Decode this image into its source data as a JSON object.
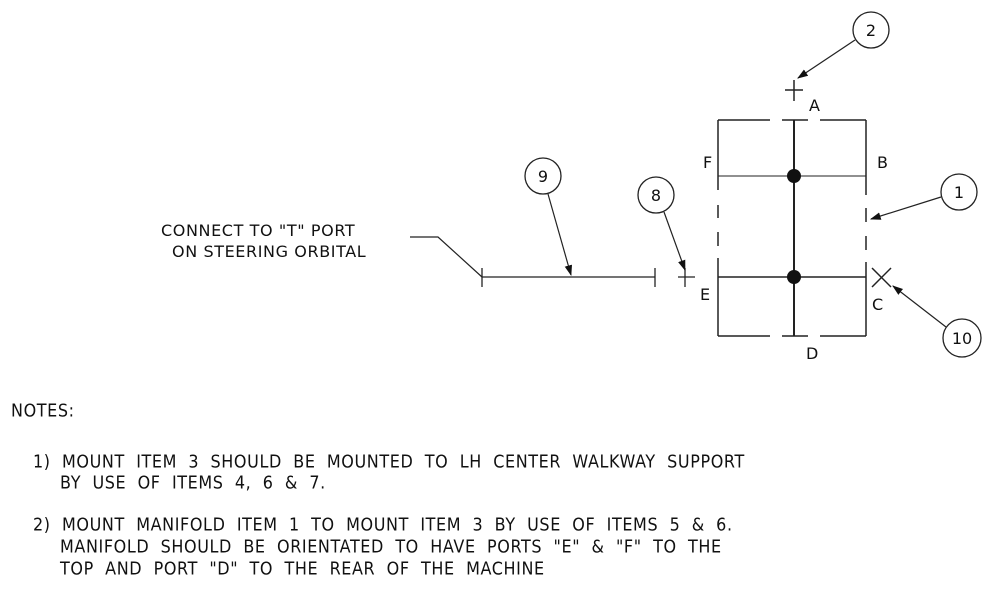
{
  "diagram": {
    "callout_text": [
      "CONNECT TO \"T\" PORT",
      "ON STEERING ORBITAL"
    ],
    "balloons": {
      "manifold": "1",
      "top_fitting": "2",
      "hose": "9",
      "adapter": "8",
      "plug": "10"
    },
    "port_labels": {
      "a": "A",
      "b": "B",
      "c": "C",
      "d": "D",
      "e": "E",
      "f": "F"
    }
  },
  "notes": {
    "heading": "NOTES:",
    "note1_line1": "1)  MOUNT  ITEM  3  SHOULD  BE  MOUNTED  TO  LH  CENTER  WALKWAY  SUPPORT",
    "note1_line2": "BY  USE  OF  ITEMS  4,  6  &  7.",
    "note2_line1": "2)  MOUNT  MANIFOLD  ITEM  1  TO  MOUNT  ITEM  3  BY  USE  OF  ITEMS  5  &  6.",
    "note2_line2": "MANIFOLD  SHOULD  BE  ORIENTATED  TO  HAVE  PORTS  \"E\"  &  \"F\"  TO  THE",
    "note2_line3": "TOP  AND  PORT  \"D\"  TO  THE  REAR  OF  THE  MACHINE"
  }
}
